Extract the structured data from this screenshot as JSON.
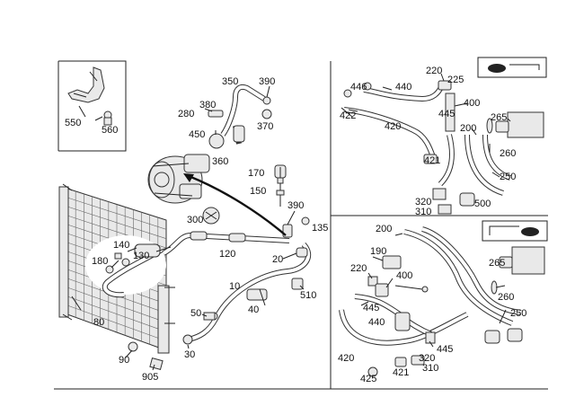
{
  "diagram": {
    "callouts": {
      "c550": "550",
      "c560": "560",
      "c350": "350",
      "c390a": "390",
      "c380": "380",
      "c280": "280",
      "c370": "370",
      "c450": "450",
      "c360": "360",
      "c170": "170",
      "c150": "150",
      "c390b": "390",
      "c135": "135",
      "c300": "300",
      "c140": "140",
      "c180": "180",
      "c130": "130",
      "c120": "120",
      "c20": "20",
      "c510": "510",
      "c10": "10",
      "c40": "40",
      "c50": "50",
      "c30": "30",
      "c80": "80",
      "c90": "90",
      "c905": "905",
      "tr_440": "440",
      "tr_446": "446",
      "tr_422": "422",
      "tr_420": "420",
      "tr_220": "220",
      "tr_225": "225",
      "tr_400": "400",
      "tr_445": "445",
      "tr_265": "265",
      "tr_200": "200",
      "tr_260": "260",
      "tr_421": "421",
      "tr_250": "250",
      "tr_320": "320",
      "tr_310": "310",
      "tr_500": "500",
      "br_200": "200",
      "br_190": "190",
      "br_220": "220",
      "br_400": "400",
      "br_445a": "445",
      "br_440": "440",
      "br_265": "265",
      "br_260": "260",
      "br_250": "250",
      "br_420": "420",
      "br_445b": "445",
      "br_320": "320",
      "br_421": "421",
      "br_310": "310",
      "br_425": "425"
    }
  }
}
